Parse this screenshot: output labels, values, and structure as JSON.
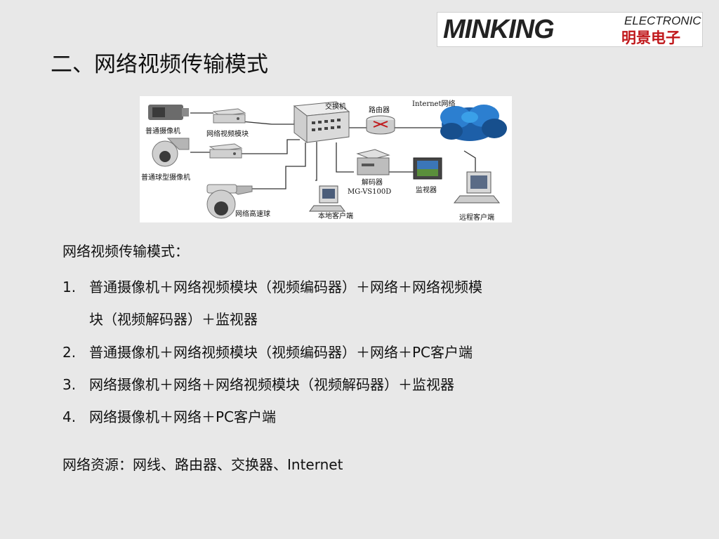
{
  "logo": {
    "brand": "MINKING",
    "sub_en": "ELECTRONIC",
    "sub_cn": "明景电子"
  },
  "title": "二、网络视频传输模式",
  "diagram": {
    "labels": {
      "camera": "普通摄像机",
      "dome_camera": "普通球型摄像机",
      "speed_dome": "网络高速球",
      "video_module": "网络视频模块",
      "switch": "交换机",
      "router": "路由器",
      "internet": "Internet网络",
      "decoder_line1": "解码器",
      "decoder_line2": "MG-VS100D",
      "monitor": "监视器",
      "local_client": "本地客户端",
      "remote_client": "远程客户端"
    }
  },
  "body": {
    "heading": "网络视频传输模式：",
    "items": [
      {
        "num": "1.",
        "line1": "普通摄像机＋网络视频模块（视频编码器）＋网络＋网络视频模",
        "line2": "块（视频解码器）＋监视器"
      },
      {
        "num": "2.",
        "line1": "普通摄像机＋网络视频模块（视频编码器）＋网络＋PC客户端"
      },
      {
        "num": "3.",
        "line1": "网络摄像机＋网络＋网络视频模块（视频解码器）＋监视器"
      },
      {
        "num": "4.",
        "line1": "网络摄像机＋网络＋PC客户端"
      }
    ],
    "resources": "网络资源：网线、路由器、交换器、Internet"
  }
}
